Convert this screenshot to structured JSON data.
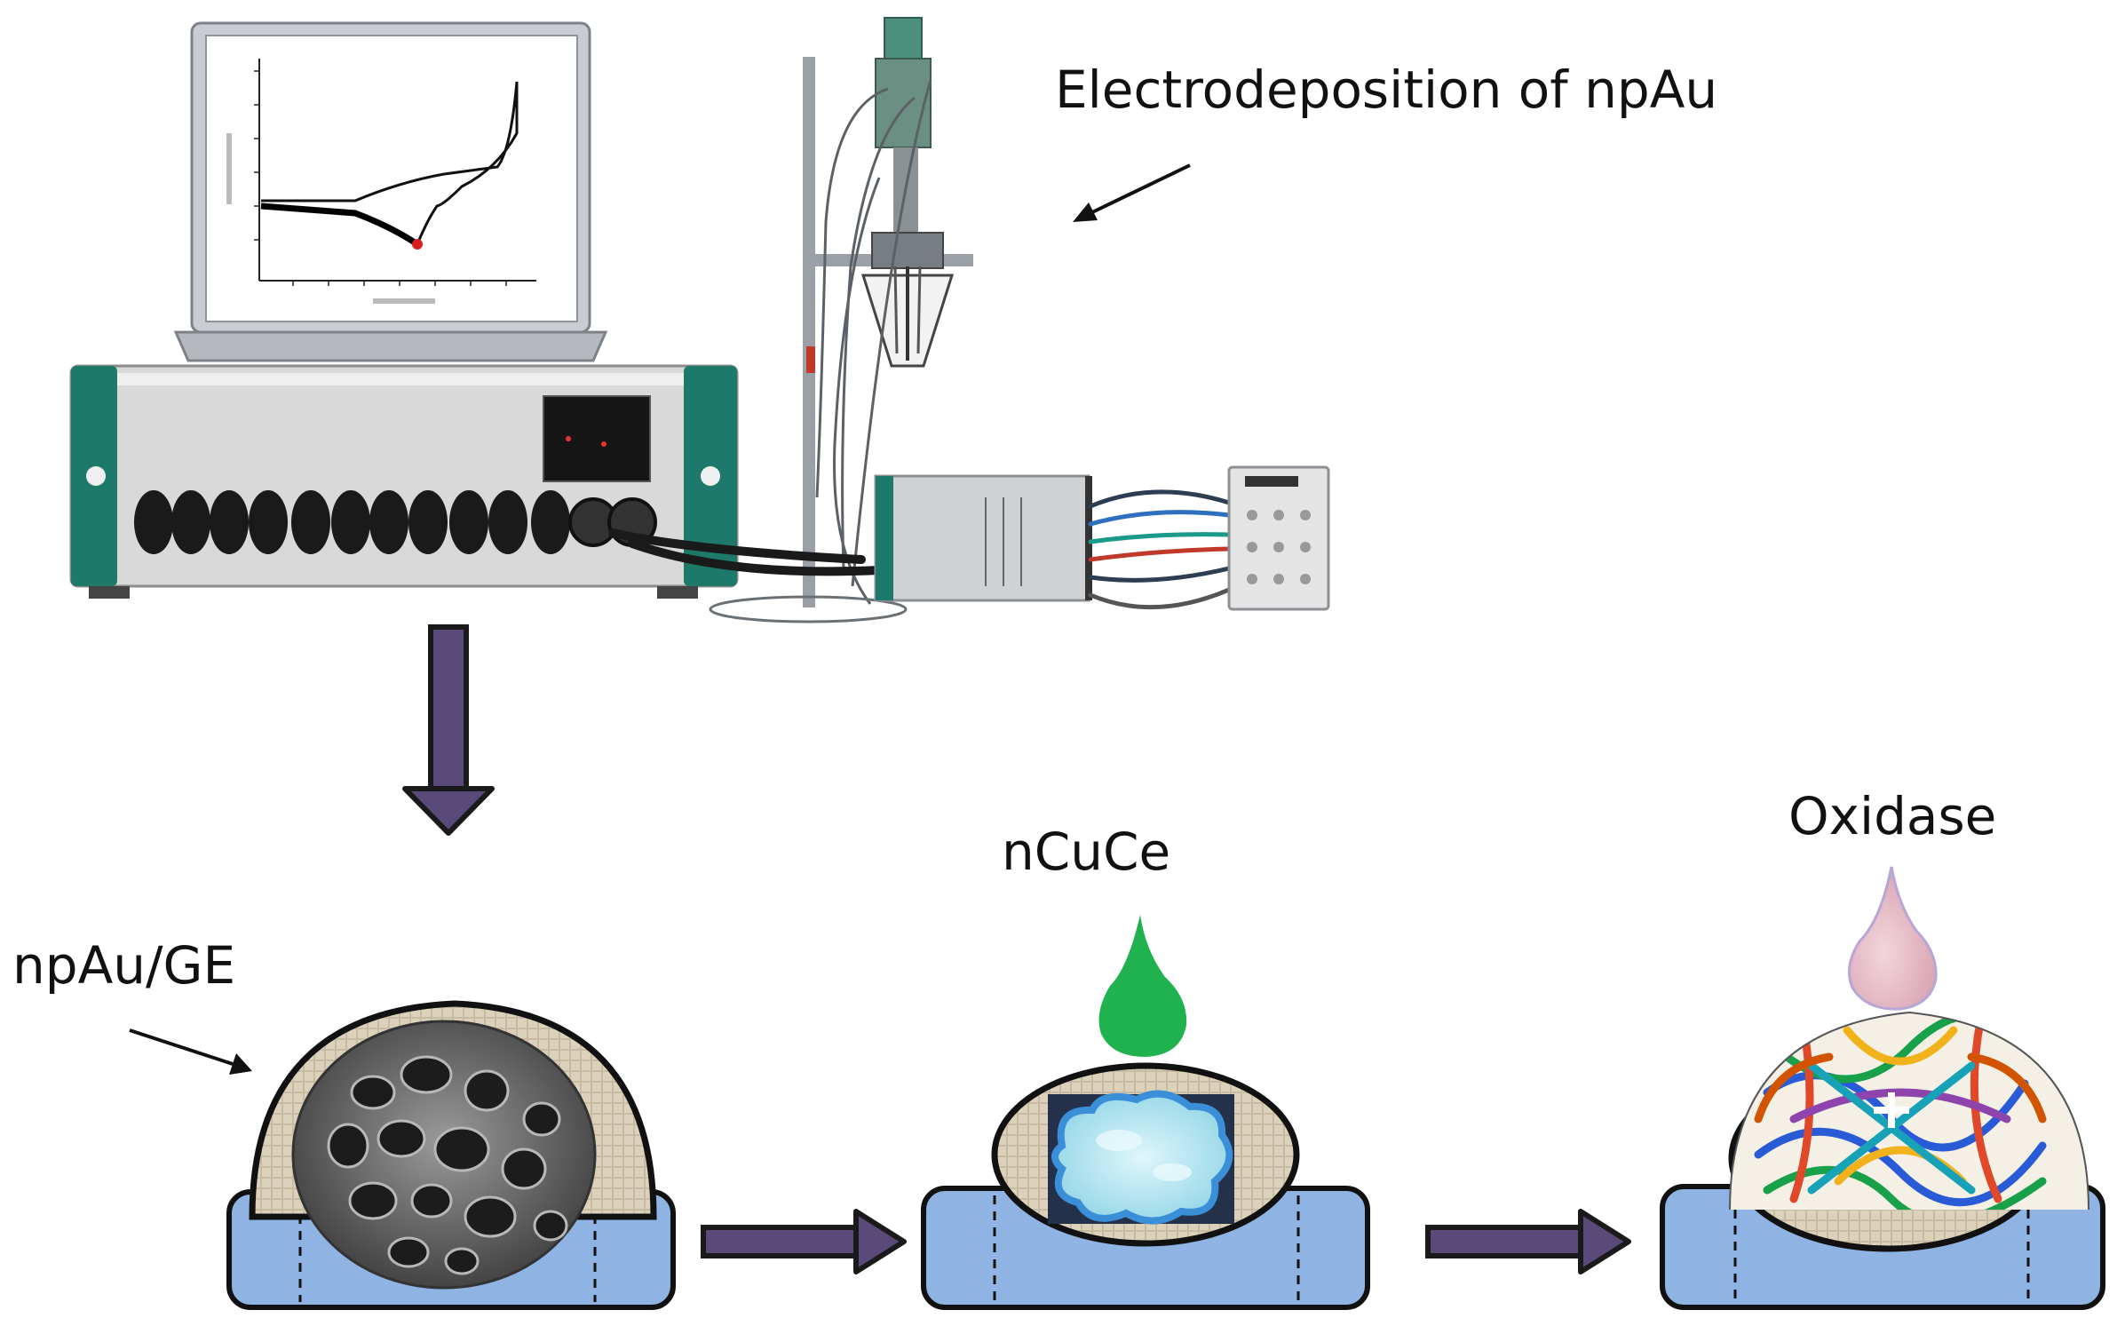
{
  "labels": {
    "electrodeposition": "Electrodeposition of npAu",
    "npau_ge": "npAu/GE",
    "ncuce": "nCuCe",
    "oxidase": "Oxidase"
  },
  "colors": {
    "arrow_purple": "#5a4a7a",
    "electrode_body": "#8fb4e3",
    "ncuce_drop": "#1fb24f",
    "oxidase_drop": "#e6bcc6",
    "instrument_teal": "#1d7a6a",
    "instrument_body": "#d6d6d6"
  },
  "icons": [
    "laptop-icon",
    "potentiostat-icon",
    "electrode-stand-icon",
    "interface-box-icon",
    "connector-box-icon",
    "droplet-icon"
  ]
}
